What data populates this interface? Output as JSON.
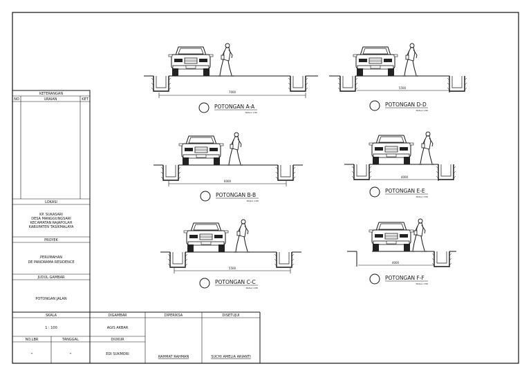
{
  "title_block": {
    "keterangan": "KETERANGAN",
    "col_no": "NO",
    "col_uraian": "URAIAN",
    "col_ket": "KET",
    "lokasi_label": "LOKASI",
    "lokasi_lines": [
      "KP. SUKASARI",
      "DESA MANGGUNGSARI",
      "KECAMATAN RAJAPOLAH",
      "KABUPATEN TASIKMALAYA"
    ],
    "proyek_label": "PROYEK",
    "proyek_lines": [
      "PERUMAHAN",
      "DE PANORAMA RESIDENCE"
    ],
    "judul_label": "JUDUL GAMBAR",
    "judul_value": "POTONGAN JALAN",
    "skala_label": "SKALA",
    "skala_value": "1 : 100",
    "digambar_label": "DIGAMBAR",
    "digambar_value": "AGIS AKBAR",
    "diukur_label": "DIUKUR",
    "diukur_value": "EDI SUKMORI",
    "diperiksa_label": "DIPERIKSA",
    "diperiksa_value": "RAHMAT RAHMAN",
    "disetujui_label": "DISETUJUI",
    "disetujui_value": "SUCHI AMELIA ARIANTI",
    "nolbr_label": "NO.LBR",
    "nolbr_value": "-",
    "tanggal_label": "TANGGAL",
    "tanggal_value": "-"
  },
  "sections": [
    {
      "label": "POTONGAN A-A",
      "scale": "SKALA 1:80",
      "dimension": "7000"
    },
    {
      "label": "POTONGAN D-D",
      "scale": "SKALA 1:80",
      "dimension": "5500"
    },
    {
      "label": "POTONGAN B-B",
      "scale": "SKALA 1:80",
      "dimension": "6000"
    },
    {
      "label": "POTONGAN E-E",
      "scale": "SKALA 1:80",
      "dimension": "4000"
    },
    {
      "label": "POTONGAN C-C",
      "scale": "SKALA 1:80",
      "dimension": "5500"
    },
    {
      "label": "POTONGAN F-F",
      "scale": "SKALA 1:80",
      "dimension": "4000"
    }
  ]
}
